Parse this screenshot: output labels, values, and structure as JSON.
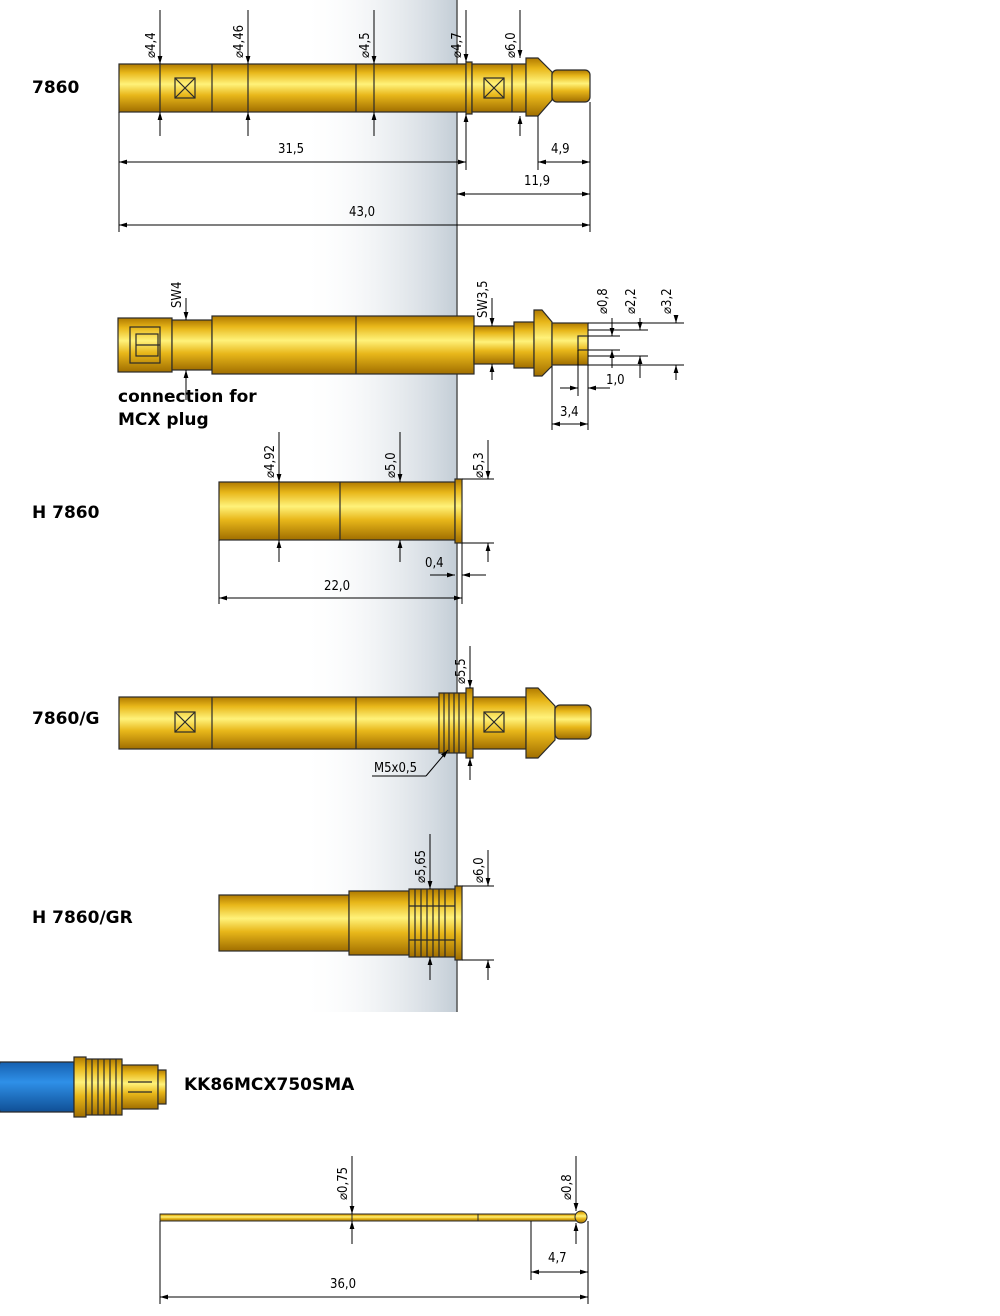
{
  "colors": {
    "gold_dark": "#b07a00",
    "gold_mid": "#e0ad14",
    "gold_light": "#fff27a",
    "outline": "#2a2a2a",
    "cable_blue": "#1e7ed6",
    "panel_gray": "#c9d3dc"
  },
  "parts": {
    "p7860": "7860",
    "p7860_rear_note_1": "connection for",
    "p7860_rear_note_2": "MCX plug",
    "h7860": "H 7860",
    "p7860g": "7860/G",
    "h7860gr": "H 7860/GR",
    "kk": "KK86MCX750SMA"
  },
  "dimensions": {
    "a_d1": "⌀4,4",
    "a_d2": "⌀4,46",
    "a_d3": "⌀4,5",
    "a_d4": "⌀4,7",
    "a_d5": "⌀6,0",
    "a_l1": "31,5",
    "a_l2": "4,9",
    "a_l3": "11,9",
    "a_l4": "43,0",
    "b_sw1": "SW4",
    "b_sw2": "SW3,5",
    "b_d1": "⌀0,8",
    "b_d2": "⌀2,2",
    "b_d3": "⌀3,2",
    "b_l1": "1,0",
    "b_l2": "3,4",
    "c_d1": "⌀4,92",
    "c_d2": "⌀5,0",
    "c_d3": "⌀5,3",
    "c_l1": "0,4",
    "c_l2": "22,0",
    "d_d1": "⌀5,5",
    "d_thread": "M5x0,5",
    "e_d1": "⌀5,65",
    "e_d2": "⌀6,0",
    "f_d1": "⌀0,75",
    "f_d2": "⌀0,8",
    "f_l1": "4,7",
    "f_l2": "36,0"
  }
}
